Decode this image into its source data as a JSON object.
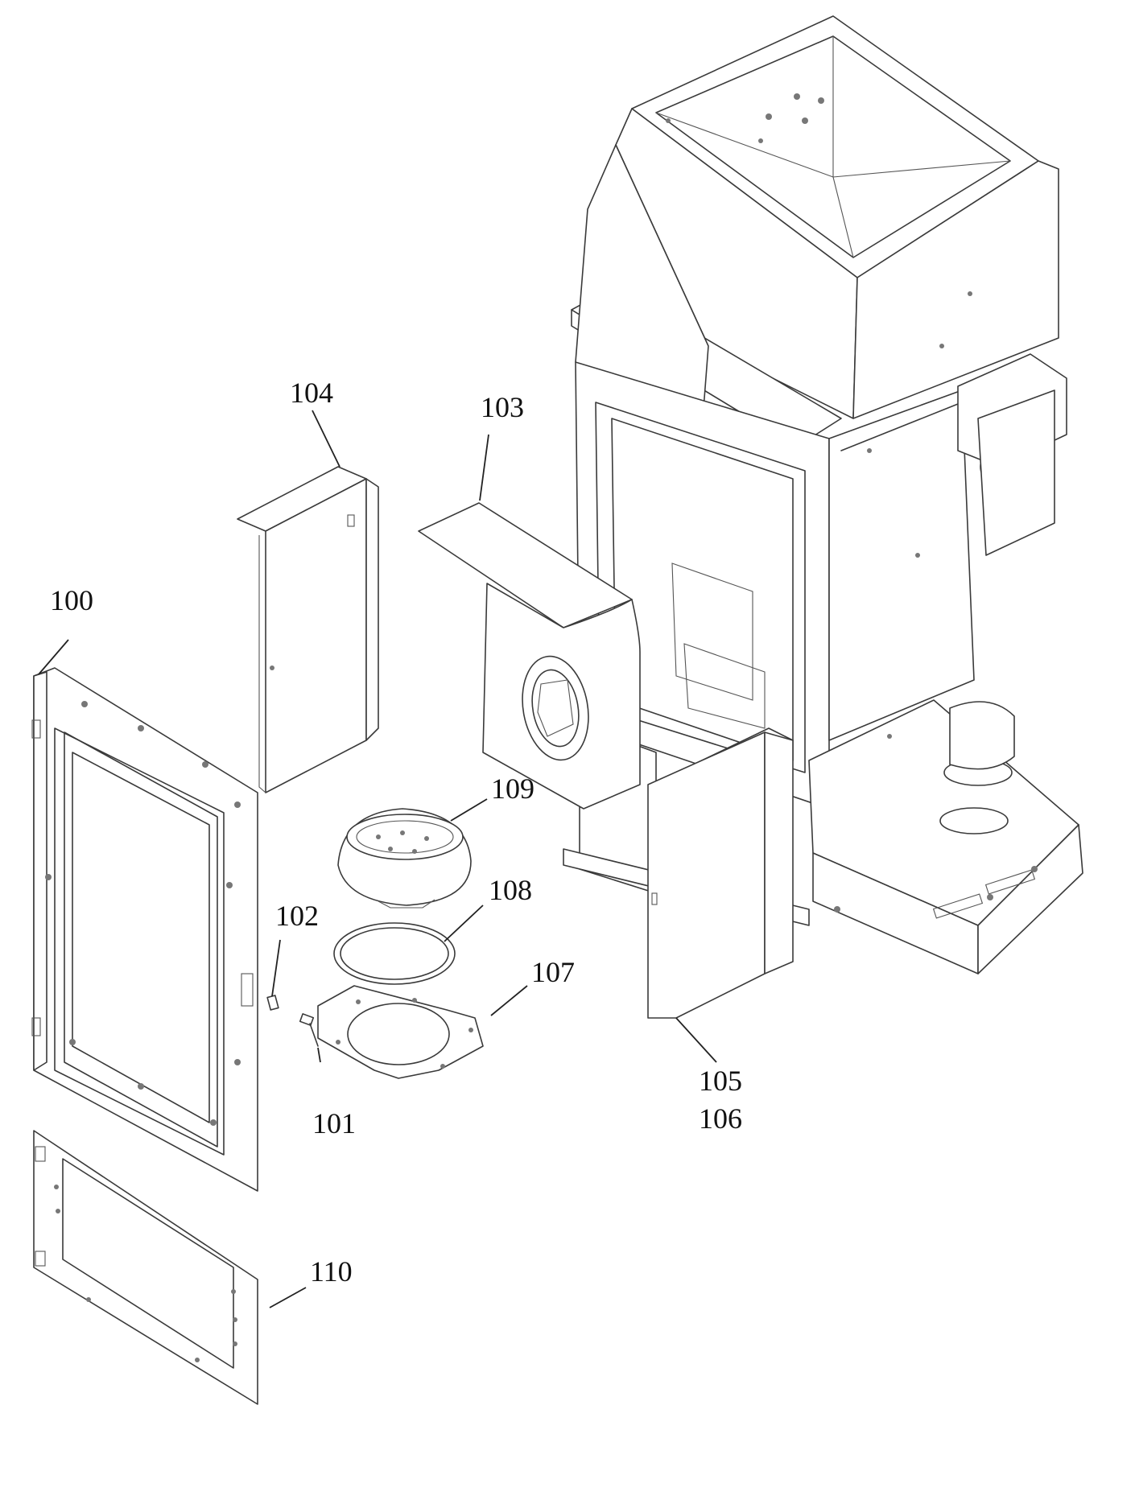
{
  "diagram": {
    "labels": {
      "l100": "100",
      "l101": "101",
      "l102": "102",
      "l103": "103",
      "l104": "104",
      "l105": "105",
      "l106": "106",
      "l107": "107",
      "l108": "108",
      "l109": "109",
      "l110": "110"
    }
  },
  "colors": {
    "line": "#3a3a3a",
    "background": "#ffffff"
  }
}
